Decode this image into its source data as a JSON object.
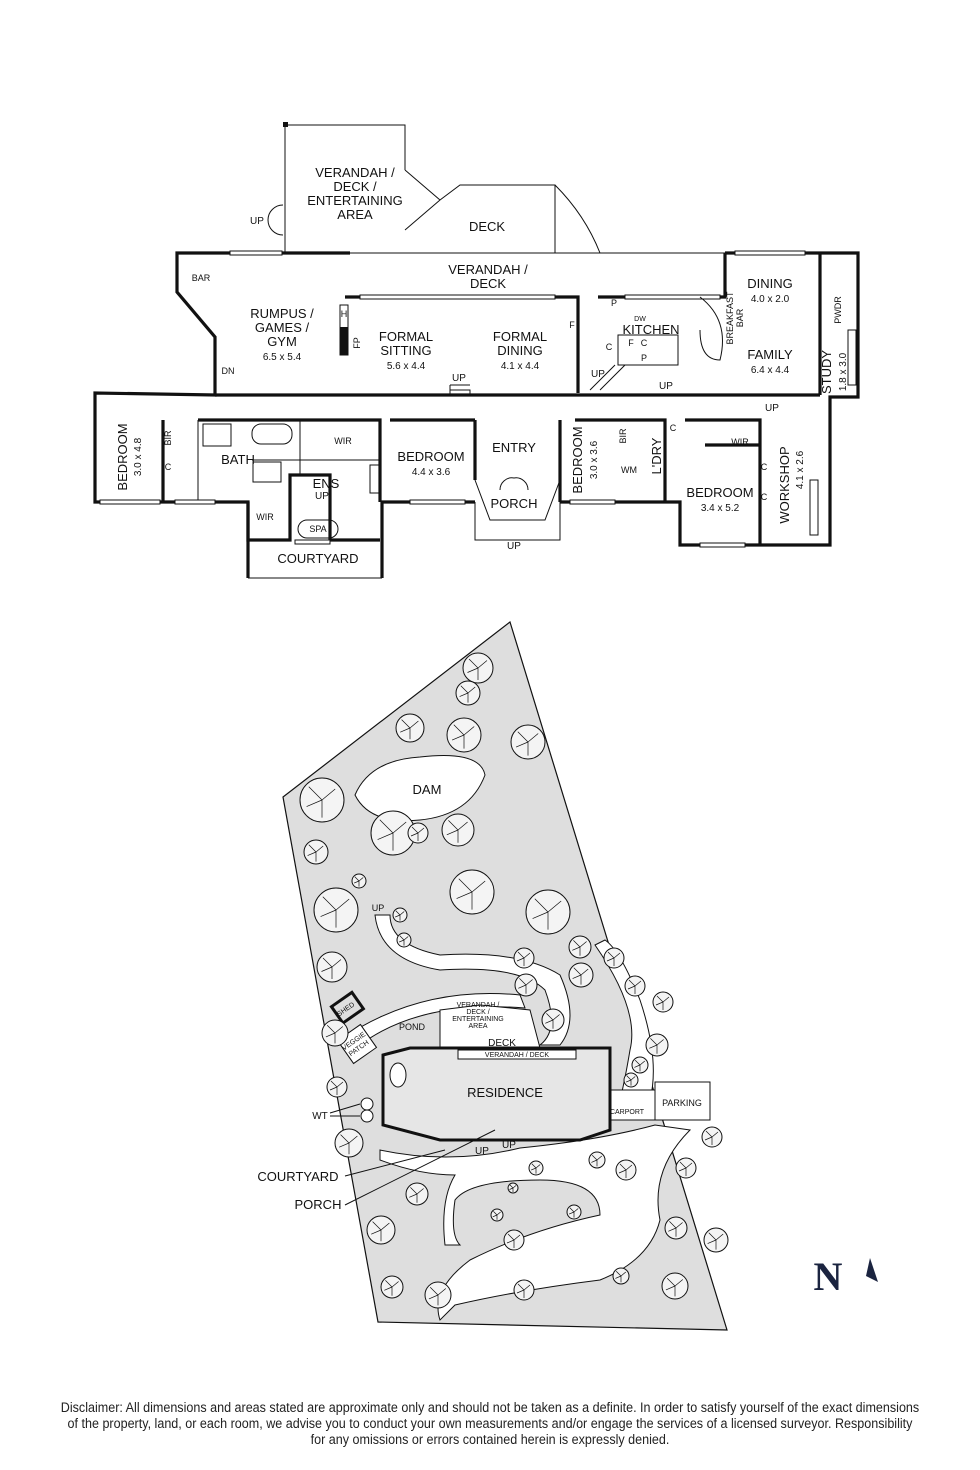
{
  "floor_plan": {
    "verandah_entertaining": [
      "VERANDAH /",
      "DECK /",
      "ENTERTAINING",
      "AREA"
    ],
    "deck": "DECK",
    "verandah_deck": [
      "VERANDAH /",
      "DECK"
    ],
    "up": "UP",
    "dn": "DN",
    "bar": "BAR",
    "rumpus": {
      "lines": [
        "RUMPUS /",
        "GAMES /",
        "GYM"
      ],
      "dims": "6.5 x 5.4"
    },
    "heater": "H",
    "fireplace": "FP",
    "formal_sitting": {
      "lines": [
        "FORMAL",
        "SITTING"
      ],
      "dims": "5.6 x 4.4"
    },
    "formal_dining": {
      "lines": [
        "FORMAL",
        "DINING"
      ],
      "dims": "4.1 x 4.4"
    },
    "kitchen": {
      "label": "KITCHEN",
      "dw": "DW",
      "pantry": "P",
      "fridge": "F",
      "cupboard": "C"
    },
    "breakfast_bar": [
      "BREAKFAST",
      "BAR"
    ],
    "dining": {
      "label": "DINING",
      "dims": "4.0 x 2.0"
    },
    "family": {
      "label": "FAMILY",
      "dims": "6.4 x 4.4"
    },
    "powder": "PWDR",
    "study": {
      "label": "STUDY",
      "dims": "1.8 x 3.0"
    },
    "bedroom_west": {
      "label": "BEDROOM",
      "dims": "3.0 x 4.8"
    },
    "bir": "BIR",
    "bath": "BATH",
    "wir": "WIR",
    "ensuite": "ENS",
    "spa": "SPA",
    "courtyard": "COURTYARD",
    "bedroom_main": {
      "label": "BEDROOM",
      "dims": "4.4 x 3.6"
    },
    "entry": "ENTRY",
    "porch": "PORCH",
    "bedroom_mid": {
      "label": "BEDROOM",
      "dims": "3.0 x 3.6"
    },
    "washing_machine": "WM",
    "laundry": "L'DRY",
    "bedroom_east": {
      "label": "BEDROOM",
      "dims": "3.4 x 5.2"
    },
    "workshop": {
      "label": "WORKSHOP",
      "dims": "4.1 x 2.6"
    }
  },
  "site_plan": {
    "dam": "DAM",
    "up": "UP",
    "entertaining": [
      "VERANDAH /",
      "DECK /",
      "ENTERTAINING",
      "AREA"
    ],
    "shed": "SHED",
    "pond": "POND",
    "veggie_patch": [
      "VEGGIE",
      "PATCH"
    ],
    "deck": "DECK",
    "verandah_deck": "VERANDAH / DECK",
    "residence": "RESIDENCE",
    "carport": "CARPORT",
    "parking": "PARKING",
    "water_tanks": "WT",
    "courtyard": "COURTYARD",
    "porch": "PORCH"
  },
  "compass": {
    "label": "N",
    "color": "#1b2440"
  },
  "disclaimer": [
    "Disclaimer: All dimensions and areas stated are approximate only and should not be taken as a definite. In order to satisfy yourself of the exact dimensions",
    "of the property, land, or each room, we advise you to conduct your own measurements and/or engage the services of a licensed surveyor. Responsibility",
    "for any omissions or errors contained herein is expressly denied."
  ]
}
